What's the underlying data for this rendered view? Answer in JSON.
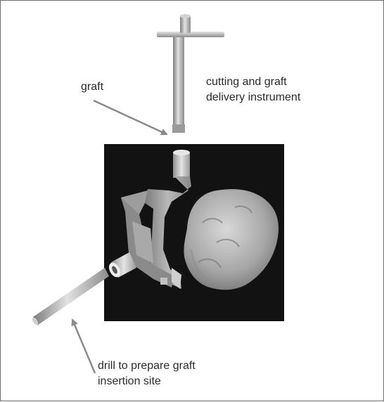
{
  "labels": {
    "graft": "graft",
    "cutting_line1": "cutting and graft",
    "cutting_line2": "delivery instrument",
    "drill_line1": "drill to prepare graft",
    "drill_line2": "insertion site"
  }
}
